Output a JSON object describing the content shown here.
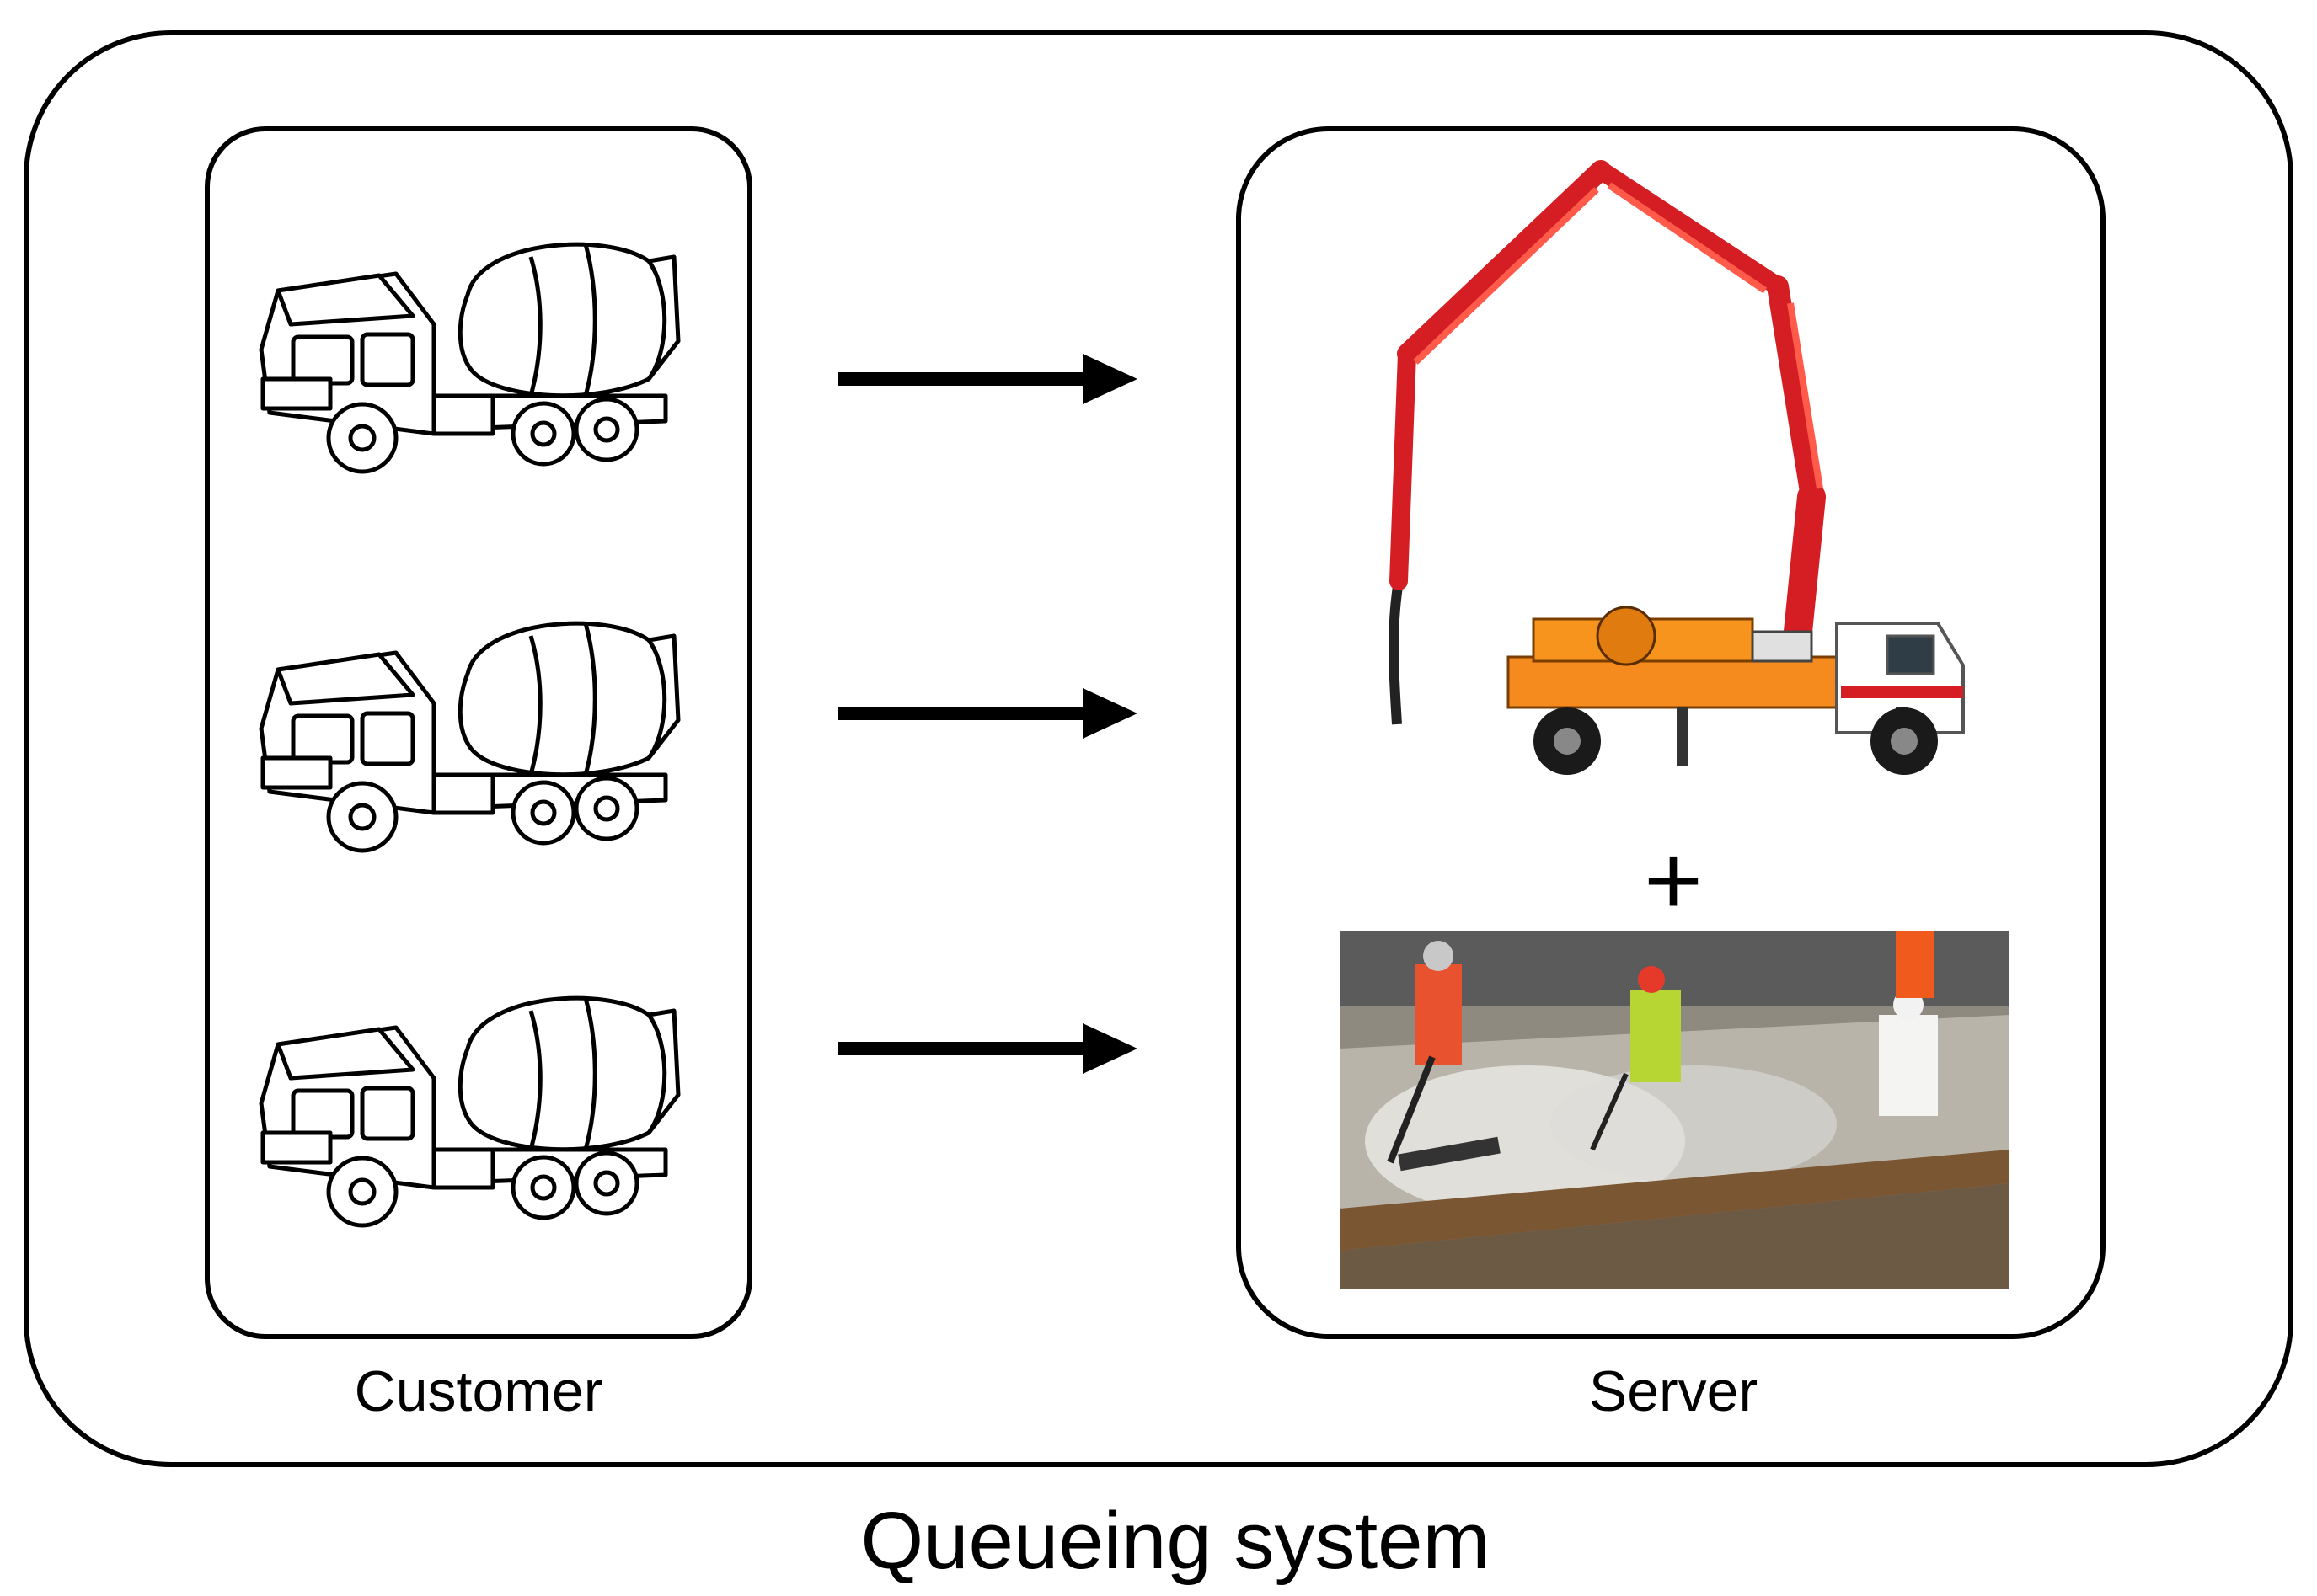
{
  "system": {
    "label": "Queueing system"
  },
  "customer": {
    "label": "Customer",
    "truck_count": 3,
    "icon": "concrete-mixer-truck-icon"
  },
  "server": {
    "label": "Server",
    "plus": "+",
    "pump_icon": "concrete-pump-truck-icon",
    "crew_image": "concrete-crew-photo",
    "colors": {
      "boom": "#e8262a",
      "chassis": "#f58a1f",
      "cab": "#ffffff"
    }
  },
  "arrows": {
    "count": 3,
    "color": "#000000"
  }
}
